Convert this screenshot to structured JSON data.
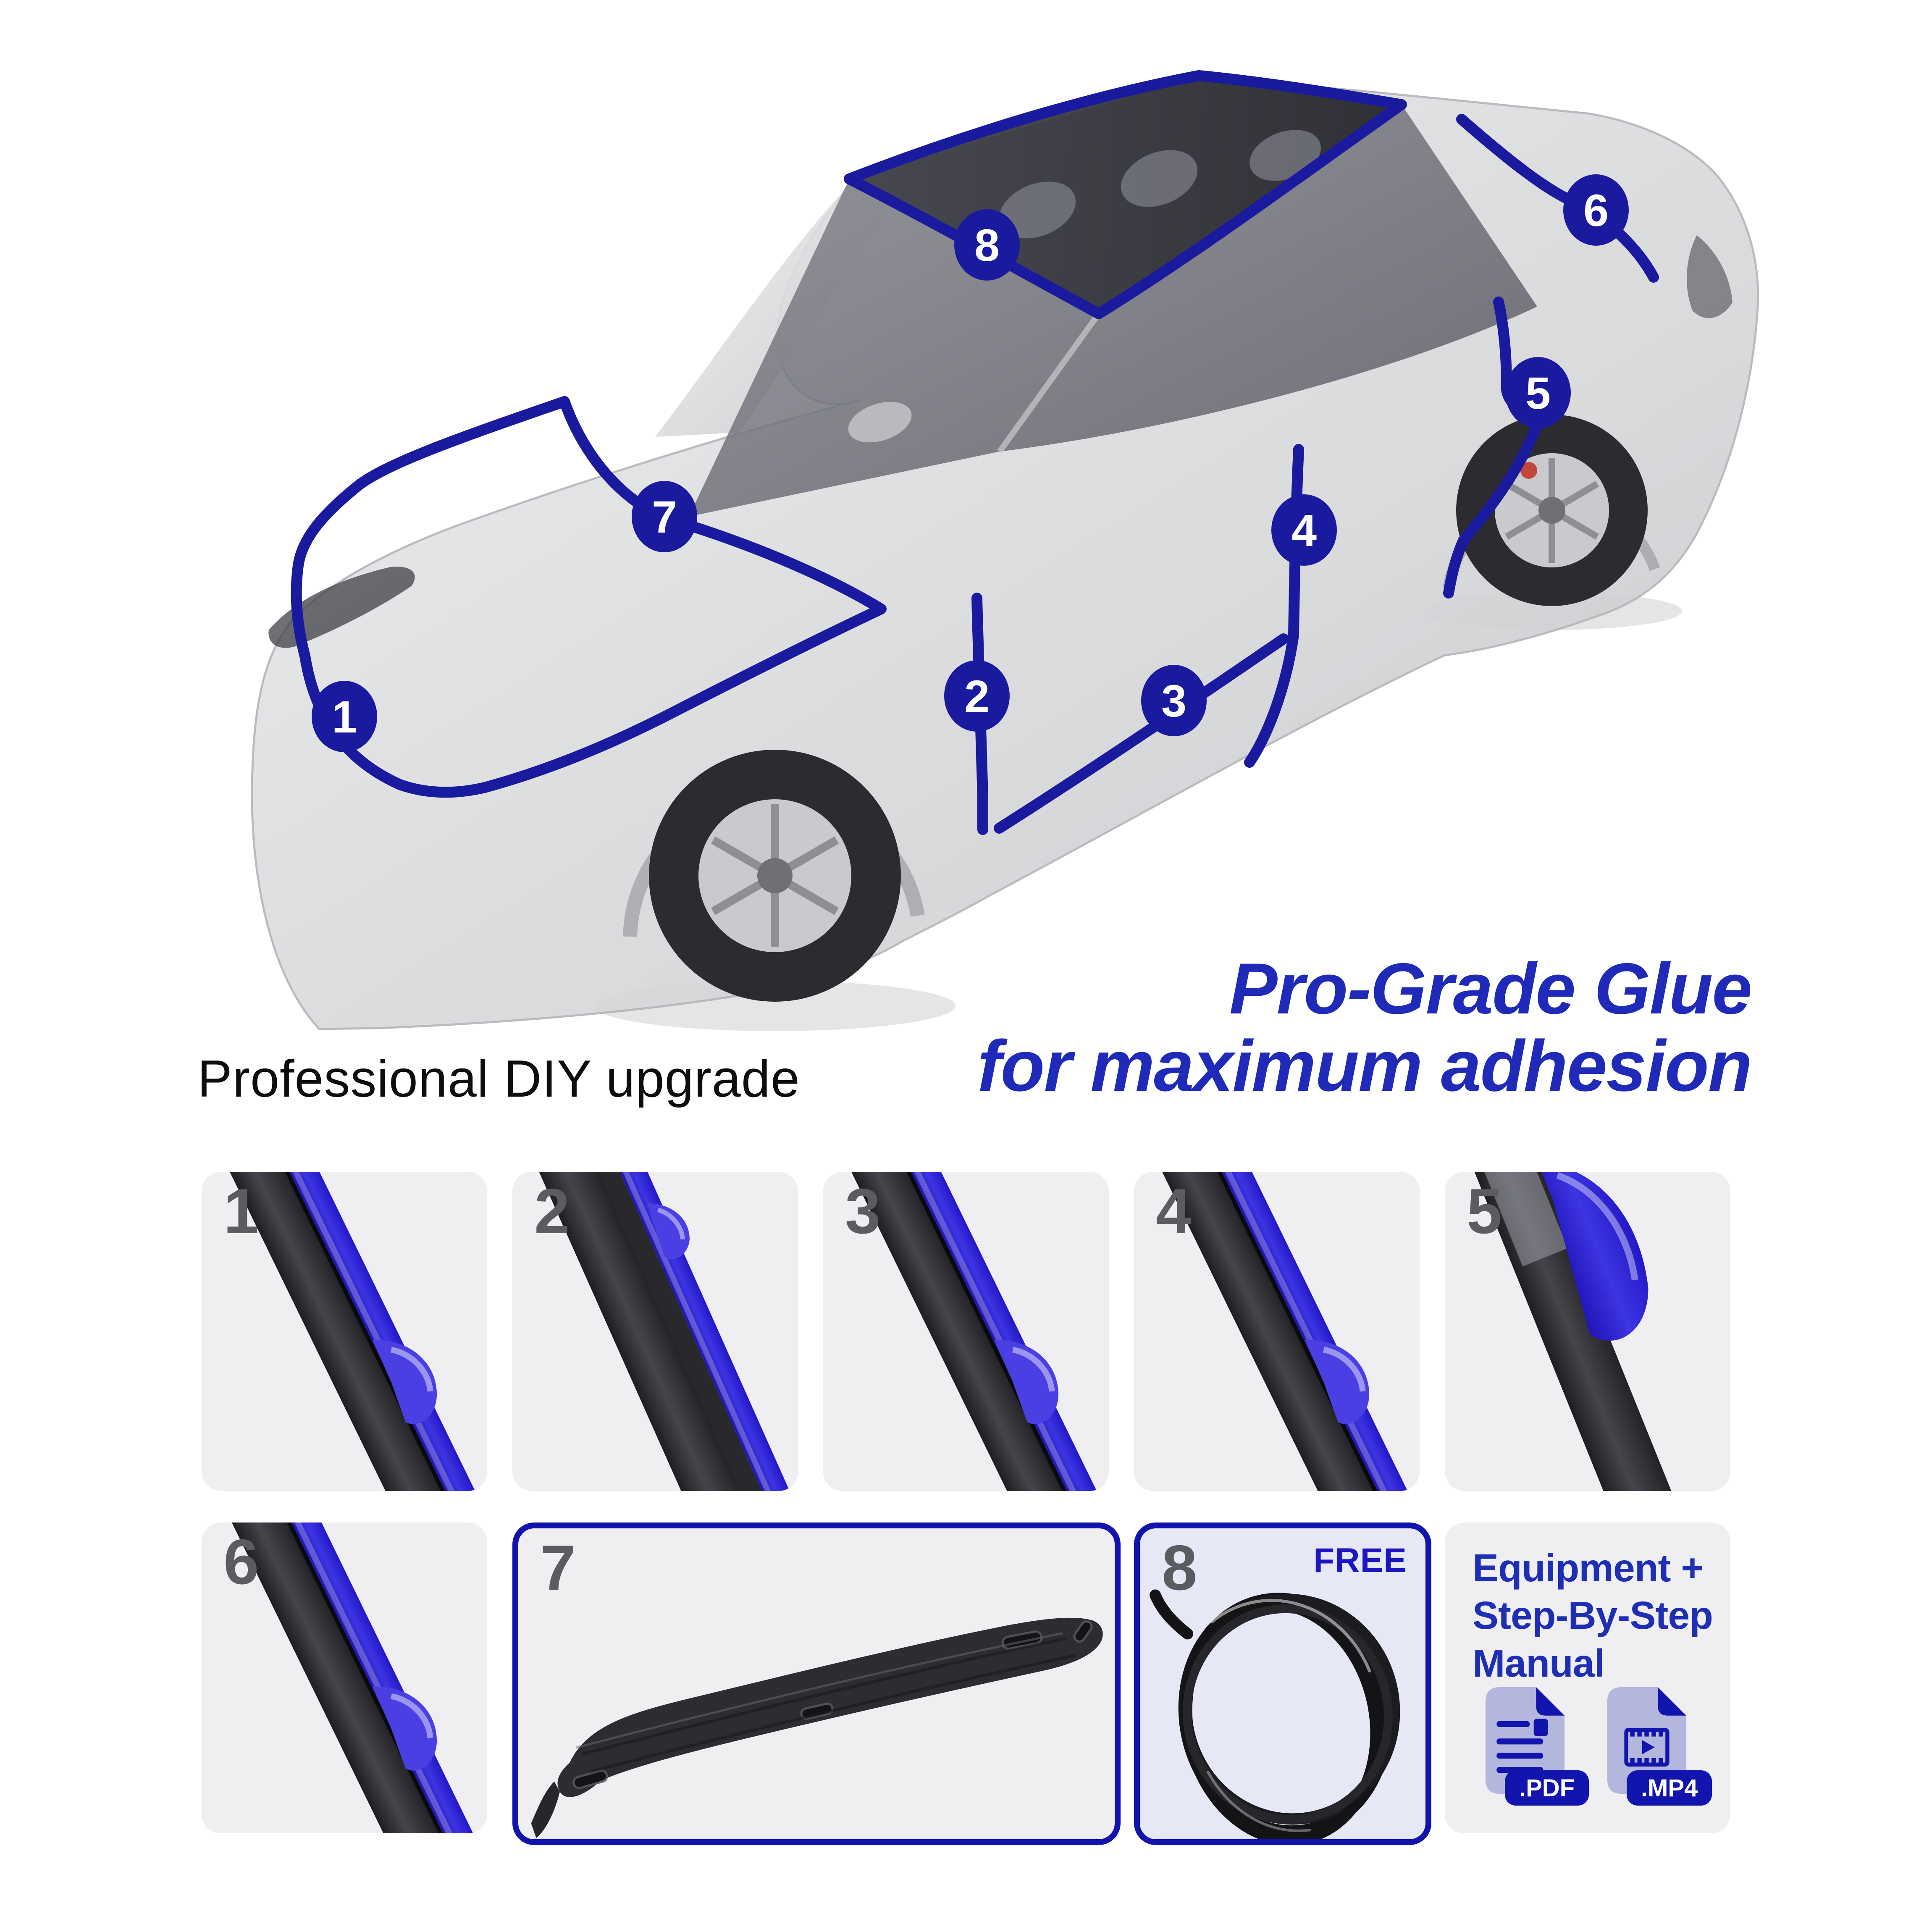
{
  "title_left": "Professional DIY upgrade",
  "heading": {
    "line1": "Pro-Grade Glue",
    "line2": "for maximum adhesion"
  },
  "car": {
    "badges": [
      {
        "number": "1"
      },
      {
        "number": "2"
      },
      {
        "number": "3"
      },
      {
        "number": "4"
      },
      {
        "number": "5"
      },
      {
        "number": "6"
      },
      {
        "number": "7"
      },
      {
        "number": "8"
      }
    ]
  },
  "tiles": {
    "t1": {
      "number": "1"
    },
    "t2": {
      "number": "2"
    },
    "t3": {
      "number": "3"
    },
    "t4": {
      "number": "4"
    },
    "t5": {
      "number": "5"
    },
    "t6": {
      "number": "6"
    },
    "t7": {
      "number": "7"
    },
    "t8": {
      "number": "8",
      "free_label": "FREE"
    },
    "equipment": {
      "line1": "Equipment +",
      "line2": "Step-By-Step",
      "line3": "Manual",
      "pdf_label": ".PDF",
      "mp4_label": ".MP4"
    }
  },
  "colors": {
    "brand_navy": "#1a1a9e",
    "border_blue": "#1113ad",
    "heading_blue": "#1f2ab9",
    "free_blue": "#1c16c0",
    "tape_blue": "#2d2ad0",
    "tile_bg": "#efeff1",
    "tile8_bg": "#e7e8f6",
    "number_gray": "#5b5c60",
    "file_lavender": "#b3b7dd",
    "badge_blue": "#1114ad"
  }
}
